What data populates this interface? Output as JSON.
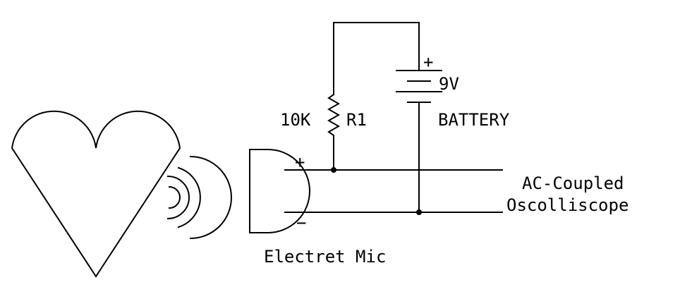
{
  "labels": {
    "plus_battery": "+",
    "voltage": "9V",
    "battery": "BATTERY",
    "resistance": "10K",
    "resistor": "R1",
    "plus_mic": "+",
    "minus_mic": "−",
    "output_line1": "AC-Coupled",
    "output_line2": "Oscolliscope",
    "mic": "Electret Mic"
  },
  "colors": {
    "ink": "#000000",
    "background": "#ffffff"
  },
  "icons": [
    "heart-icon",
    "sound-wave-icon",
    "microphone-icon",
    "resistor-symbol",
    "battery-symbol"
  ]
}
